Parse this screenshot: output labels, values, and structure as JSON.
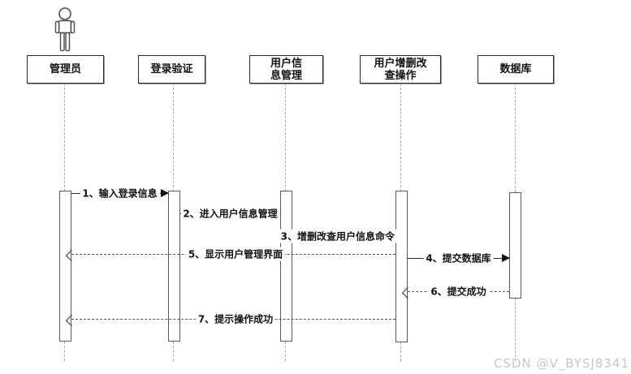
{
  "diagram_type": "uml-sequence-diagram",
  "watermark": "CSDN @V_BYSJ8341",
  "colors": {
    "background": "#ffffff",
    "line": "#2b2b2b",
    "lifeline": "#ababab",
    "watermark": "#cdc4c4",
    "box_fill": "#ffffff",
    "box_border": "#2b2b2b"
  },
  "participants": [
    {
      "id": "admin",
      "type": "actor",
      "label": "管理员",
      "lines": [
        "管理员"
      ]
    },
    {
      "id": "login-verify",
      "type": "object",
      "label": "登录验证",
      "lines": [
        "登录验证"
      ]
    },
    {
      "id": "user-info-mgmt",
      "type": "object",
      "label": "用户信息管理",
      "lines": [
        "用户信",
        "息管理"
      ]
    },
    {
      "id": "user-crud-ops",
      "type": "object",
      "label": "用户增删改查操作",
      "lines": [
        "用户增删改",
        "查操作"
      ]
    },
    {
      "id": "database",
      "type": "object",
      "label": "数据库",
      "lines": [
        "数据库"
      ]
    }
  ],
  "messages": [
    {
      "num": 1,
      "label": "1、输入登录信息",
      "from": "管理员",
      "to": "登录验证",
      "style": "solid"
    },
    {
      "num": 2,
      "label": "2、进入用户信息管理",
      "from": "登录验证",
      "to": "用户信息管理",
      "style": "solid"
    },
    {
      "num": 3,
      "label": "3、增删改查用户信息命令",
      "from": "用户信息管理",
      "to": "用户增删改查操作",
      "style": "solid"
    },
    {
      "num": 4,
      "label": "4、提交数据库",
      "from": "用户增删改查操作",
      "to": "数据库",
      "style": "solid"
    },
    {
      "num": 5,
      "label": "5、显示用户管理界面",
      "from": "用户增删改查操作",
      "to": "管理员",
      "style": "dashed-return"
    },
    {
      "num": 6,
      "label": "6、提交成功",
      "from": "数据库",
      "to": "用户增删改查操作",
      "style": "dashed-return"
    },
    {
      "num": 7,
      "label": "7、提示操作成功",
      "from": "用户增删改查操作",
      "to": "管理员",
      "style": "dashed-return"
    }
  ]
}
